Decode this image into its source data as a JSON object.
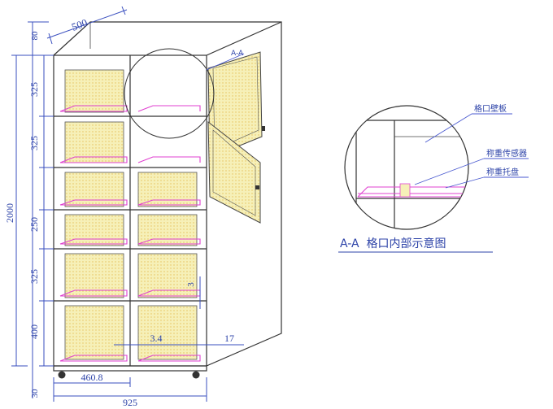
{
  "dimensions": {
    "depth": "500",
    "top_margin": "80",
    "height_total": "2000",
    "row1": "325",
    "row2": "325",
    "row3": "250",
    "row4": "325",
    "row5": "400",
    "base": "30",
    "col_width": "460.8",
    "width_total": "925",
    "gap_a": "3.4",
    "gap_b": "17",
    "small": "3"
  },
  "section_ref": "A-A",
  "detail": {
    "caption": "A-A  格口内部示意图",
    "callouts": [
      "格口壁板",
      "称重传感器",
      "称重托盘"
    ]
  },
  "colors": {
    "dimension": "#2d43a8",
    "shelf": "#e040d0",
    "door_fill": "#f6f0b8"
  }
}
